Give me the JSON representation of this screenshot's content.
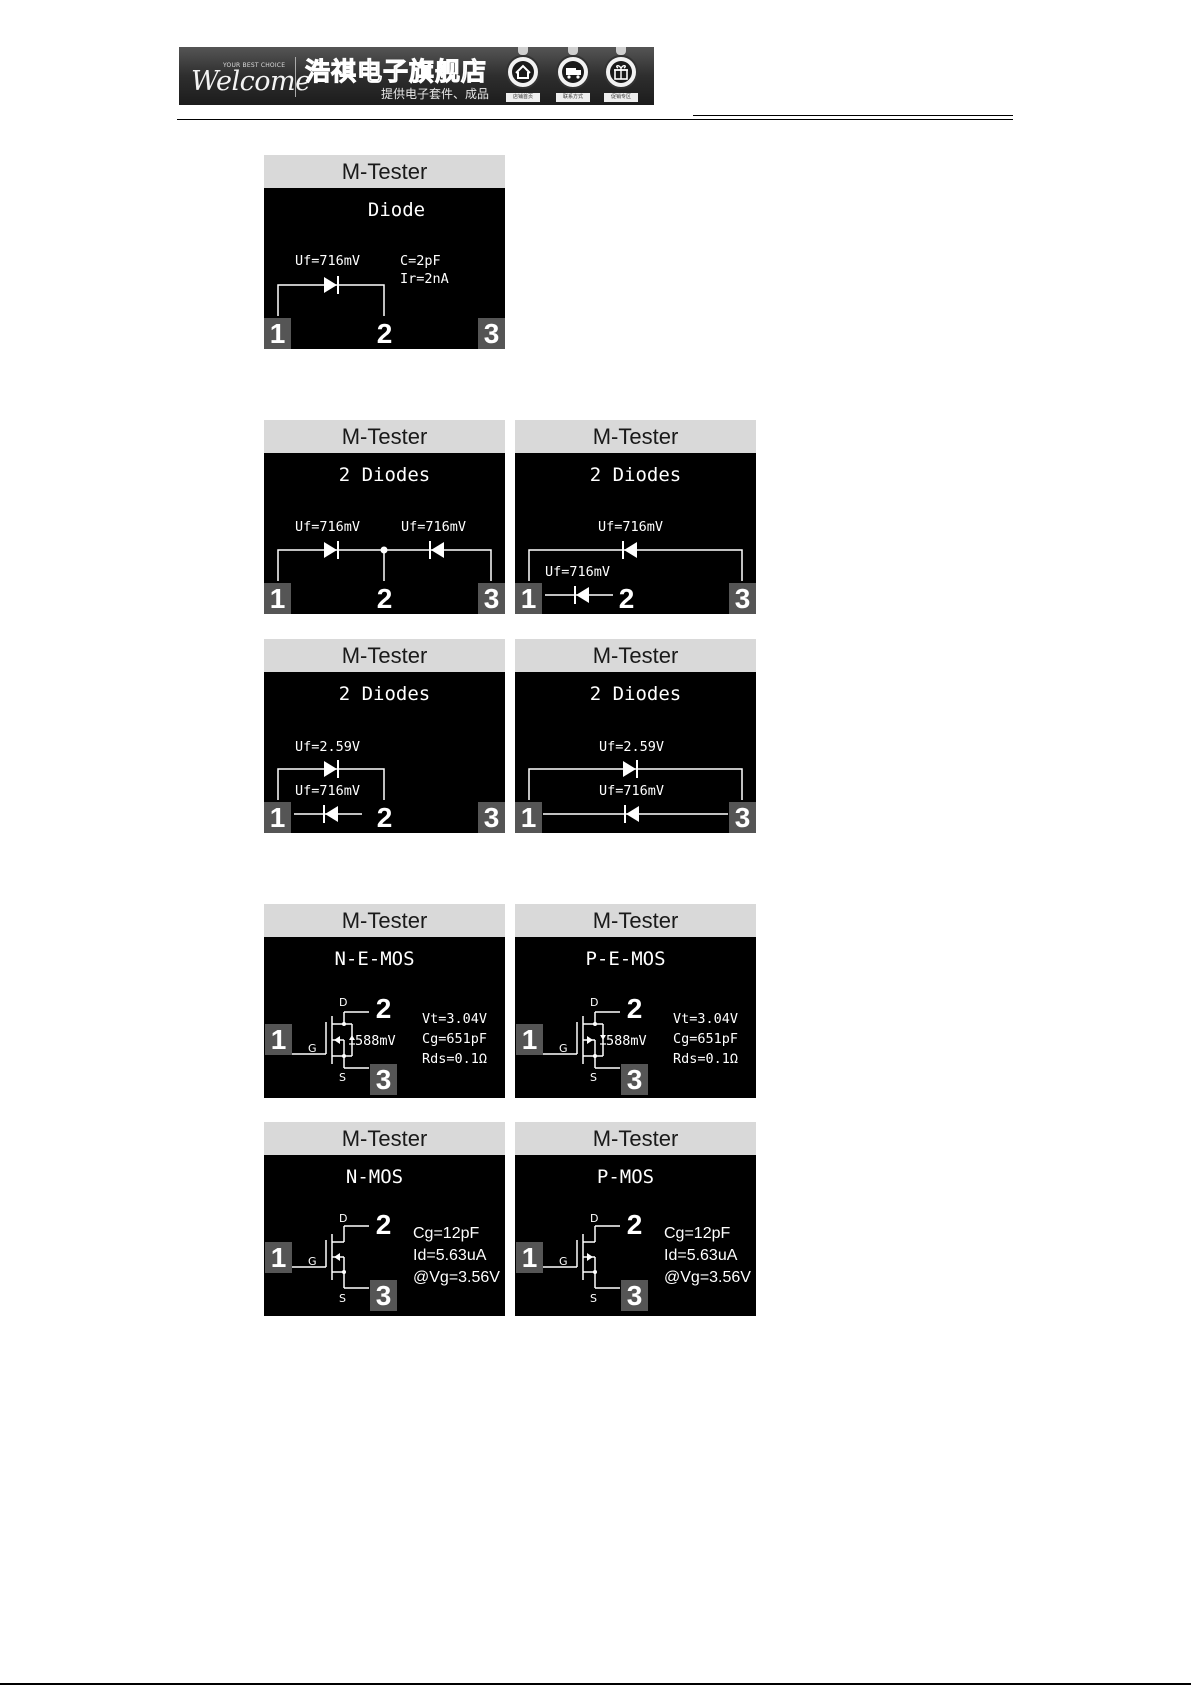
{
  "banner": {
    "tagline": "YOUR BEST CHOICE",
    "welcome": "Welcome",
    "shop_name": "浩祺电子旗舰店",
    "subtitle": "提供电子套件、成品",
    "icons": [
      {
        "name": "home-icon",
        "label": "店铺首页"
      },
      {
        "name": "delivery-icon",
        "label": "联系方式"
      },
      {
        "name": "gift-icon",
        "label": "促销专区"
      }
    ]
  },
  "screens": {
    "diode": {
      "header": "M-Tester",
      "title": "Diode",
      "uf": "Uf=716mV",
      "cap": "C=2pF",
      "ir": "Ir=2nA",
      "p1": "1",
      "p2": "2",
      "p3": "3"
    },
    "d2a": {
      "header": "M-Tester",
      "title": "2 Diodes",
      "uf1": "Uf=716mV",
      "uf2": "Uf=716mV",
      "p1": "1",
      "p2": "2",
      "p3": "3"
    },
    "d2b": {
      "header": "M-Tester",
      "title": "2 Diodes",
      "uf1": "Uf=716mV",
      "uf2": "Uf=716mV",
      "p1": "1",
      "p2": "2",
      "p3": "3"
    },
    "d2c": {
      "header": "M-Tester",
      "title": "2 Diodes",
      "uf1": "Uf=2.59V",
      "uf2": "Uf=716mV",
      "p1": "1",
      "p2": "2",
      "p3": "3"
    },
    "d2d": {
      "header": "M-Tester",
      "title": "2 Diodes",
      "uf1": "Uf=2.59V",
      "uf2": "Uf=716mV",
      "p1": "1",
      "p3": "3"
    },
    "nemos": {
      "header": "M-Tester",
      "title": "N-E-MOS",
      "d": "D",
      "g": "G",
      "s": "S",
      "diode": "588mV",
      "vt": "Vt=3.04V",
      "cg": "Cg=651pF",
      "rds": "Rds=0.1Ω",
      "p1": "1",
      "p2": "2",
      "p3": "3"
    },
    "pemos": {
      "header": "M-Tester",
      "title": "P-E-MOS",
      "d": "D",
      "g": "G",
      "s": "S",
      "diode": "588mV",
      "vt": "Vt=3.04V",
      "cg": "Cg=651pF",
      "rds": "Rds=0.1Ω",
      "p1": "1",
      "p2": "2",
      "p3": "3"
    },
    "nmos": {
      "header": "M-Tester",
      "title": "N-MOS",
      "d": "D",
      "g": "G",
      "s": "S",
      "cg": "Cg=12pF",
      "id": "Id=5.63uA",
      "vg": "@Vg=3.56V",
      "p1": "1",
      "p2": "2",
      "p3": "3"
    },
    "pmos": {
      "header": "M-Tester",
      "title": "P-MOS",
      "d": "D",
      "g": "G",
      "s": "S",
      "cg": "Cg=12pF",
      "id": "Id=5.63uA",
      "vg": "@Vg=3.56V",
      "p1": "1",
      "p2": "2",
      "p3": "3"
    }
  }
}
